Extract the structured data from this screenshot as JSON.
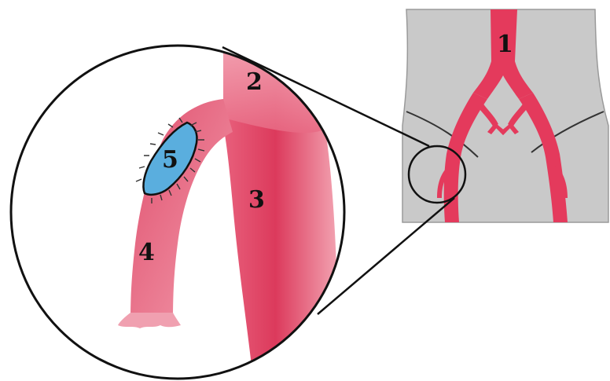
{
  "labels": {
    "l1": "1",
    "l2": "2",
    "l3": "3",
    "l4": "4",
    "l5": "5"
  },
  "colors": {
    "body": "#c8c8c8",
    "vessel": "#e5385a",
    "vessel_light": "#f08aa0",
    "patch": "#5aaede",
    "outline": "#222222"
  }
}
